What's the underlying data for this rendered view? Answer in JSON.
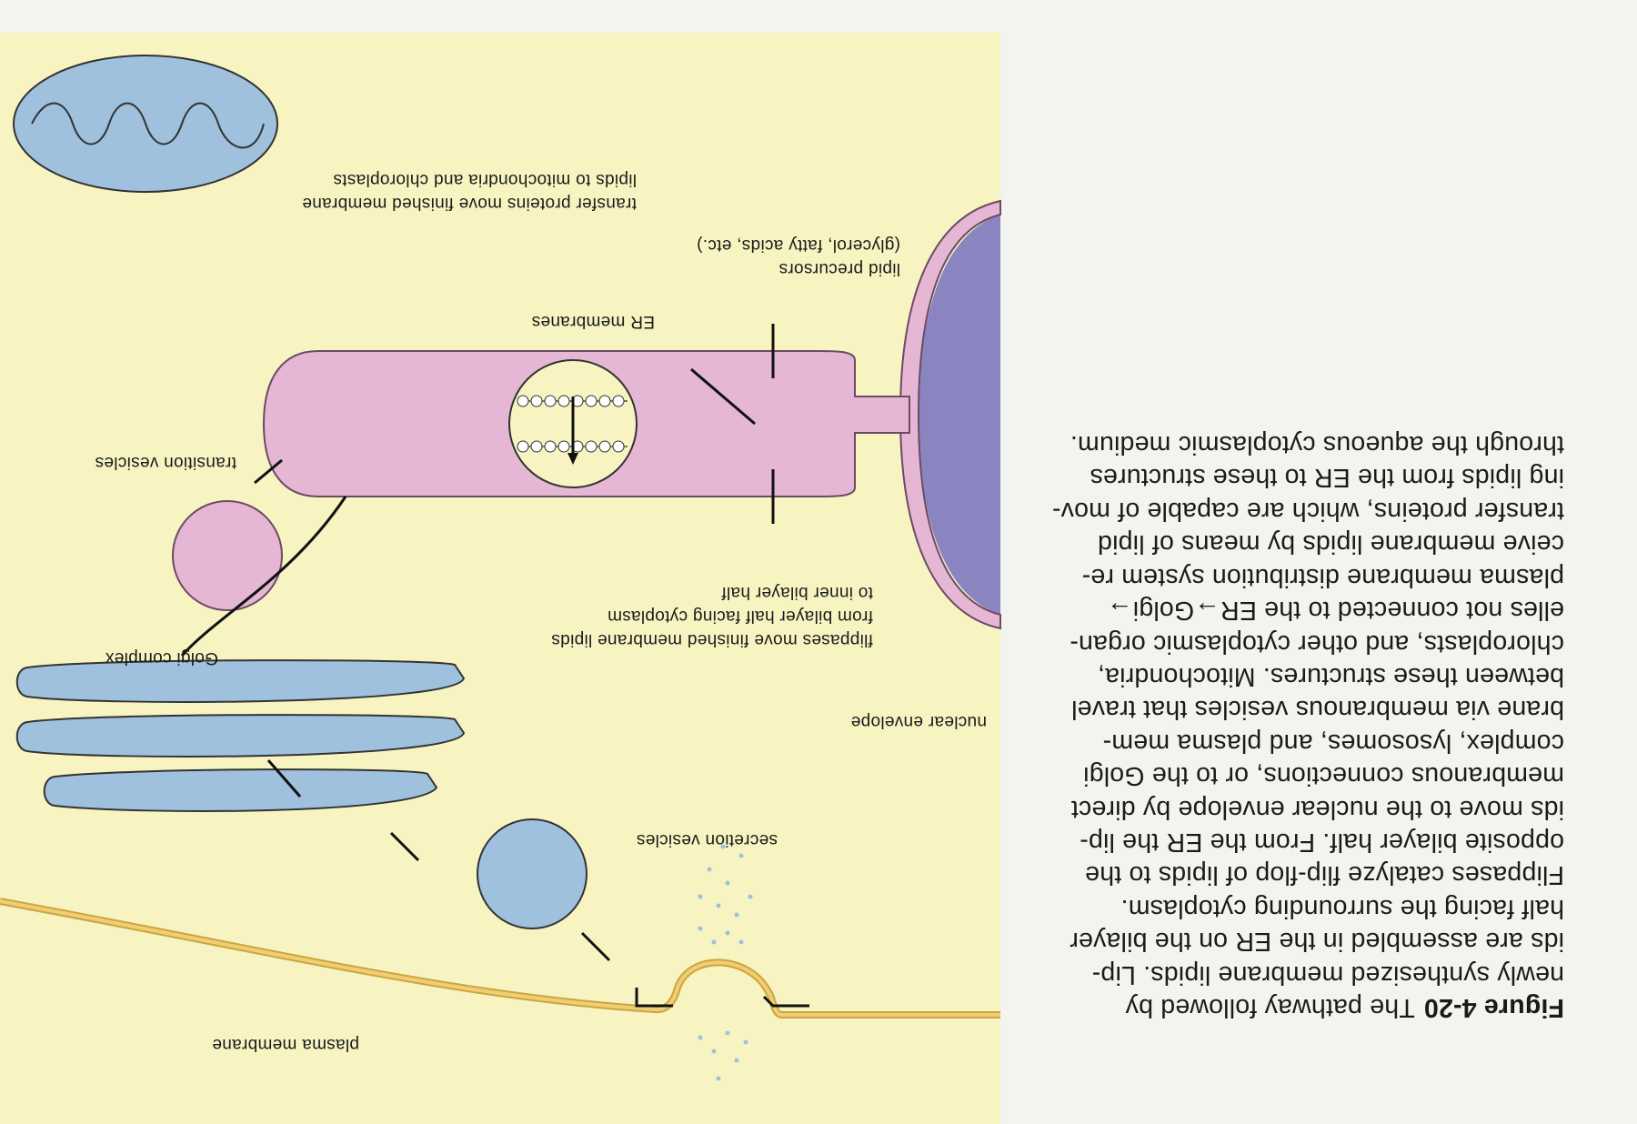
{
  "figure": {
    "number": "Figure 4-20",
    "caption_lines": [
      "The pathway followed by",
      "newly synthesized membrane lipids. Lip-",
      "ids are assembled in the ER on the bilayer",
      "half facing the surrounding cytoplasm.",
      "Flippases catalyze flip-flop of lipids to the",
      "opposite bilayer half. From the ER the lip-",
      "ids move to the nuclear envelope by direct",
      "membranous connections, or to the Golgi",
      "complex, lysosomes, and plasma mem-",
      "brane via membranous vesicles that travel",
      "between these structures. Mitochondria,",
      "chloroplasts, and other cytoplasmic organ-",
      "elles not connected to the ER→Golgi→",
      "plasma membrane distribution system re-",
      "ceive membrane lipids by means of lipid",
      "transfer proteins, which are capable of mov-",
      "ing lipids from the ER to these structures",
      "through the aqueous cytoplasmic medium."
    ]
  },
  "labels": {
    "transfer_proteins": "transfer proteins move finished membrane\nlipids to mitochondria and chloroplasts",
    "lipid_precursors": "lipid precursors\n(glycerol, fatty acids, etc.)",
    "er_membranes": "ER membranes",
    "transition_vesicles": "transition vesicles",
    "flippases": "flippases move finished membrane lipids\nfrom bilayer half facing cytoplasm\nto inner bilayer half",
    "golgi_complex": "Golgi complex",
    "nuclear_envelope": "nuclear envelope",
    "secretion_vesicles": "secretion vesicles",
    "plasma_membrane": "plasma membrane"
  },
  "colors": {
    "cytoplasm": "#f7f4c2",
    "er_membrane": "#e6b7d4",
    "golgi": "#9fc1dd",
    "nucleus": "#8a85c1",
    "plasma_membrane": "#f2cd73"
  }
}
